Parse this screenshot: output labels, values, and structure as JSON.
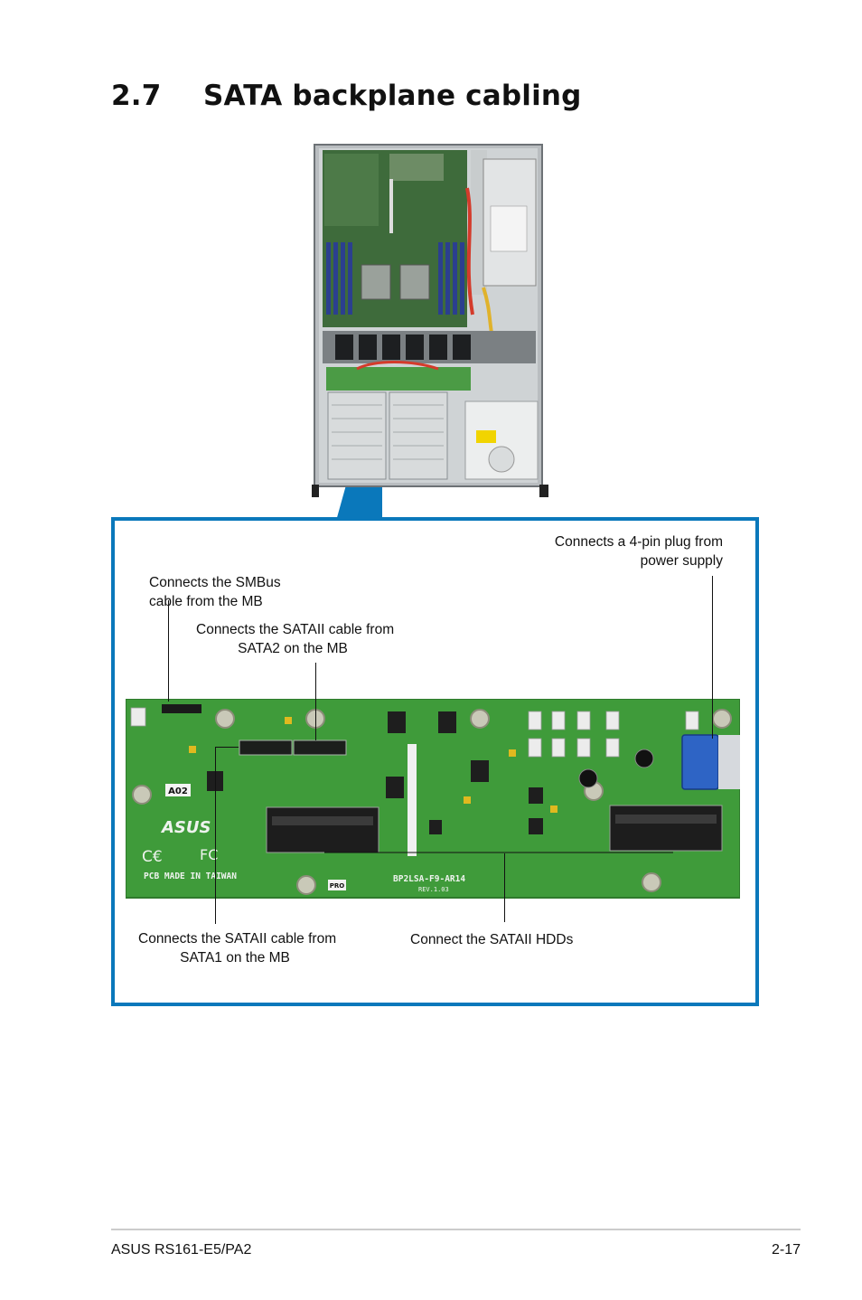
{
  "section": {
    "number": "2.7",
    "title": "SATA backplane cabling"
  },
  "callouts": {
    "smbus": {
      "line1": "Connects the SMBus",
      "line2": "cable from the MB"
    },
    "sata2": {
      "line1": "Connects the SATAII cable from",
      "line2": "SATA2 on the MB"
    },
    "power": {
      "line1": "Connects a 4-pin plug from",
      "line2": "power supply"
    },
    "sata1": {
      "line1": "Connects the SATAII cable from",
      "line2": "SATA1 on the MB"
    },
    "hdds": {
      "line1": "Connect the SATAII HDDs"
    }
  },
  "board_markings": {
    "rev_tag": "A02",
    "brand": "ASUS",
    "origin": "PCB MADE IN TAIWAN",
    "model": "BP2LSA-F9-AR14",
    "revision": "REV.1.03",
    "pro_tag": "PRO"
  },
  "footer": {
    "product": "ASUS RS161-E5/PA2",
    "page": "2-17"
  },
  "colors": {
    "accent_blue": "#0a78bb",
    "pcb_green": "#3f9b3a"
  }
}
